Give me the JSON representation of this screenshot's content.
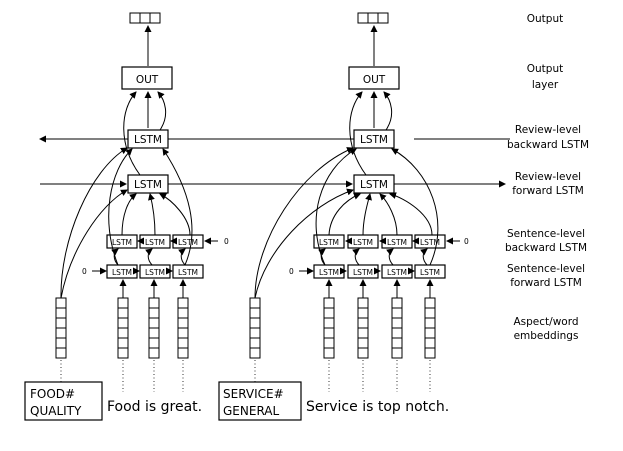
{
  "row_labels": {
    "output": "Output",
    "output_layer": [
      "Output",
      "layer"
    ],
    "review_backward": [
      "Review-level",
      "backward LSTM"
    ],
    "review_forward": [
      "Review-level",
      "forward LSTM"
    ],
    "sentence_backward": [
      "Sentence-level",
      "backward LSTM"
    ],
    "sentence_forward": [
      "Sentence-level",
      "forward LSTM"
    ],
    "embeddings": [
      "Aspect/word",
      "embeddings"
    ]
  },
  "units": {
    "out": "OUT",
    "lstm": "LSTM",
    "zero": "0"
  },
  "left": {
    "aspect": [
      "FOOD#",
      "QUALITY"
    ],
    "sentence": "Food is great."
  },
  "right": {
    "aspect": [
      "SERVICE#",
      "GENERAL"
    ],
    "sentence": "Service is top notch."
  },
  "icons": [
    "arrow-icon",
    "output-vector-icon",
    "embedding-vector-icon"
  ]
}
